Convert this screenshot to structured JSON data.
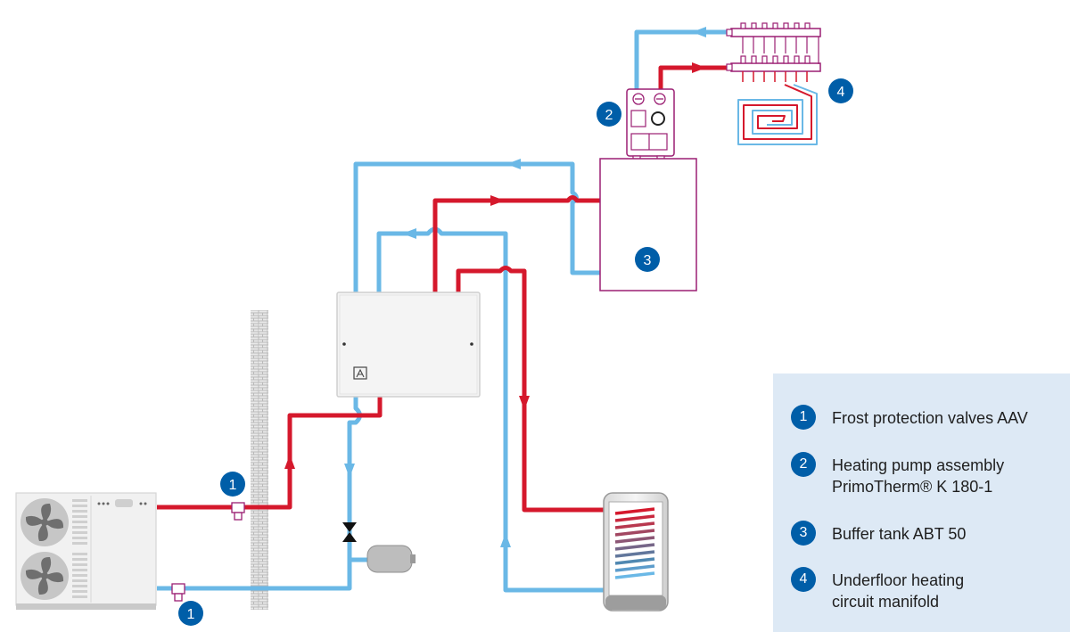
{
  "badges": {
    "b1a": "1",
    "b1b": "1",
    "b2": "2",
    "b3": "3",
    "b4": "4"
  },
  "legend": {
    "items": [
      {
        "number": "1",
        "line1": "Frost protection valves AAV",
        "line2": ""
      },
      {
        "number": "2",
        "line1": "Heating pump assembly",
        "line2": "PrimoTherm® K 180-1"
      },
      {
        "number": "3",
        "line1": "Buffer tank ABT 50",
        "line2": ""
      },
      {
        "number": "4",
        "line1": "Underfloor heating",
        "line2": "circuit manifold"
      }
    ]
  },
  "colors": {
    "hot_pipe": "#d5182c",
    "cold_pipe": "#6ab8e6",
    "badge": "#005ea8",
    "legend_bg": "#dde9f5",
    "equipment_outline": "#9b1f73"
  }
}
